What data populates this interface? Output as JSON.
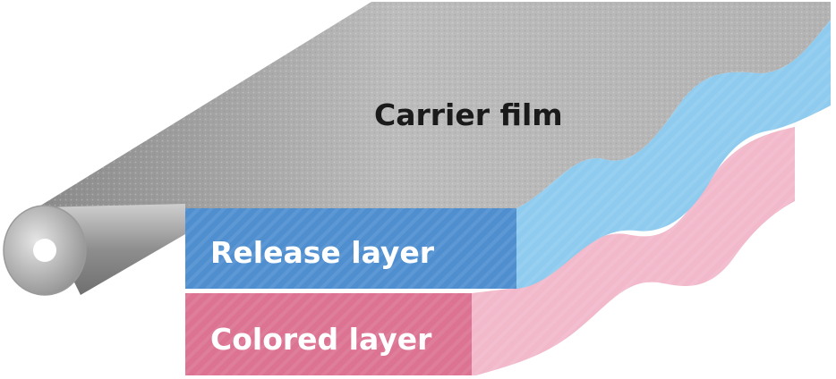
{
  "labels": {
    "carrier_film": "Carrier film",
    "release_layer": "Release layer",
    "colored_layer": "Colored layer"
  },
  "colors": {
    "carrier_film": "#bdbdbd",
    "release_layer_front": "#4f8fd0",
    "release_layer_side": "#8ecbef",
    "colored_layer_front": "#dc7393",
    "colored_layer_side": "#f2b9cb",
    "label_dark": "#1a1a1a",
    "label_light": "#ffffff"
  }
}
